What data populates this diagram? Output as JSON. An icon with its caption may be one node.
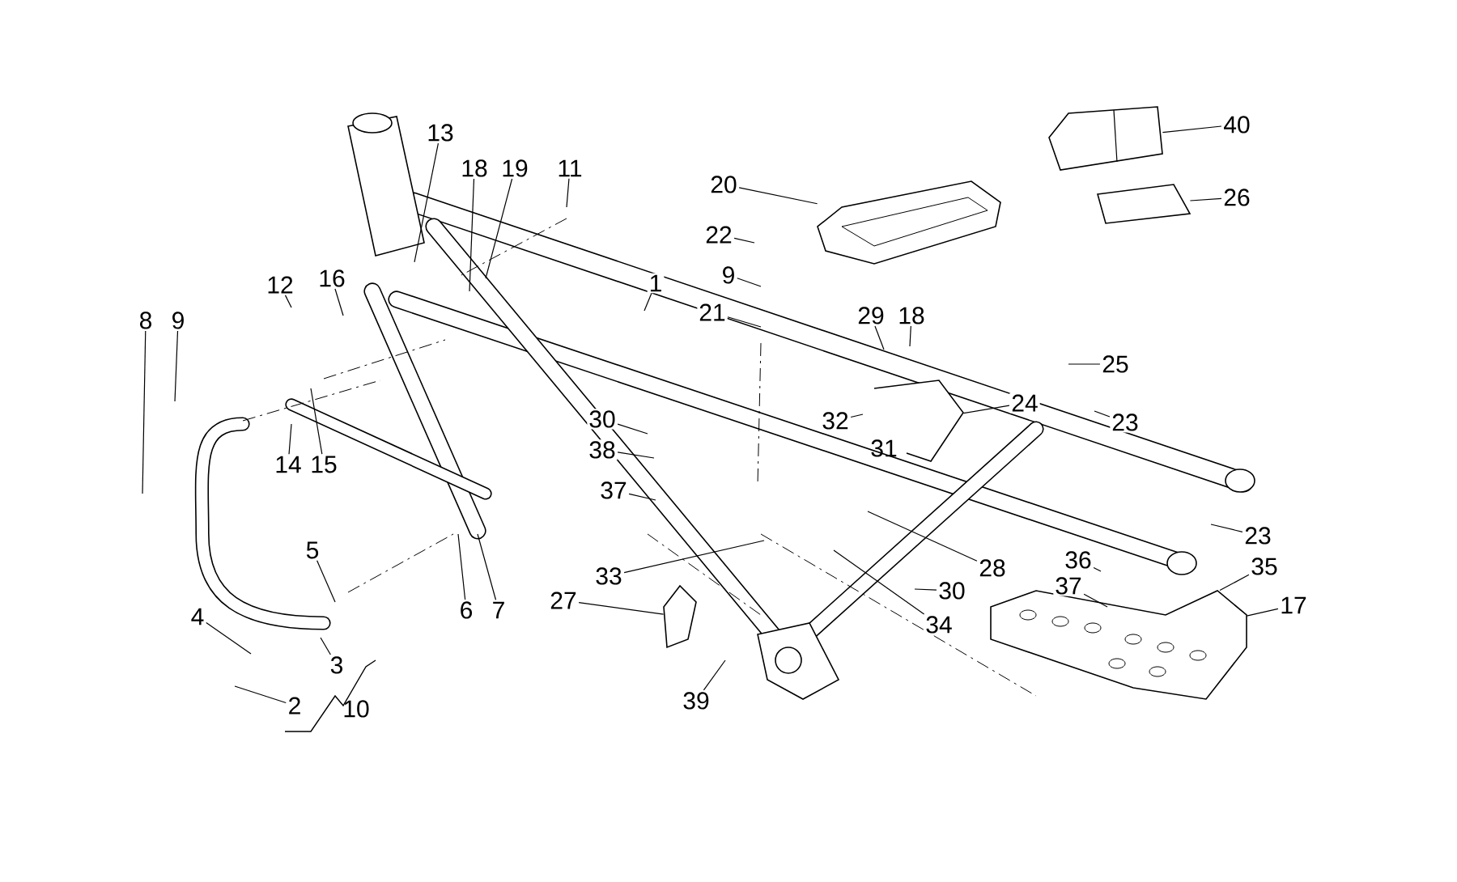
{
  "diagram": {
    "nodes": [
      {
        "text": [
          "40"
        ]
      },
      {
        "text": [
          "13"
        ]
      },
      {
        "text": [
          "18"
        ]
      },
      {
        "text": [
          "19"
        ]
      },
      {
        "text": [
          "11"
        ]
      },
      {
        "text": [
          "20"
        ]
      },
      {
        "text": [
          "26"
        ]
      },
      {
        "text": [
          "22"
        ]
      },
      {
        "text": [
          "9"
        ]
      },
      {
        "text": [
          "12"
        ]
      },
      {
        "text": [
          "16"
        ]
      },
      {
        "text": [
          "1"
        ]
      },
      {
        "text": [
          "21"
        ]
      },
      {
        "text": [
          "8"
        ]
      },
      {
        "text": [
          "9"
        ]
      },
      {
        "text": [
          "29"
        ]
      },
      {
        "text": [
          "18"
        ]
      },
      {
        "text": [
          "25"
        ]
      },
      {
        "text": [
          "24"
        ]
      },
      {
        "text": [
          "30"
        ]
      },
      {
        "text": [
          "32"
        ]
      },
      {
        "text": [
          "23"
        ]
      },
      {
        "text": [
          "38"
        ]
      },
      {
        "text": [
          "14"
        ]
      },
      {
        "text": [
          "15"
        ]
      },
      {
        "text": [
          "37"
        ]
      },
      {
        "text": [
          "23"
        ]
      },
      {
        "text": [
          "5"
        ]
      },
      {
        "text": [
          "36"
        ]
      },
      {
        "text": [
          "35"
        ]
      },
      {
        "text": [
          "28"
        ]
      },
      {
        "text": [
          "33"
        ]
      },
      {
        "text": [
          "37"
        ]
      },
      {
        "text": [
          "30"
        ]
      },
      {
        "text": [
          "27"
        ]
      },
      {
        "text": [
          "17"
        ]
      },
      {
        "text": [
          "6"
        ]
      },
      {
        "text": [
          "7"
        ]
      },
      {
        "text": [
          "4"
        ]
      },
      {
        "text": [
          "34"
        ]
      },
      {
        "text": [
          "3"
        ]
      },
      {
        "text": [
          "39"
        ]
      },
      {
        "text": [
          "2"
        ]
      },
      {
        "text": [],
        "shape": "picture"
      },
      {
        "text": [],
        "shape": "picture"
      },
      {
        "text": [],
        "shape": "picture"
      },
      {
        "text": [],
        "shape": "picture"
      },
      {
        "text": [],
        "shape": "picture"
      },
      {
        "text": [],
        "shape": "picture"
      }
    ],
    "edges": [
      {
        "from": 0,
        "to": 43,
        "arrow": "none"
      },
      {
        "from": 1,
        "to": null,
        "arrow": "none"
      },
      {
        "from": 2,
        "to": null,
        "arrow": "none"
      },
      {
        "from": 3,
        "to": null,
        "arrow": "none"
      },
      {
        "from": 4,
        "to": null,
        "arrow": "none"
      },
      {
        "from": 5,
        "to": 45,
        "arrow": "none"
      },
      {
        "from": 6,
        "to": 44,
        "arrow": "none"
      },
      {
        "from": 7,
        "to": null,
        "arrow": "none"
      },
      {
        "from": 8,
        "to": null,
        "arrow": "none"
      },
      {
        "from": 9,
        "to": null,
        "arrow": "none"
      },
      {
        "from": 10,
        "to": null,
        "arrow": "none"
      },
      {
        "from": 11,
        "to": null,
        "arrow": "none"
      },
      {
        "from": 12,
        "to": null,
        "arrow": "none"
      },
      {
        "from": 13,
        "to": null,
        "arrow": "none"
      },
      {
        "from": 14,
        "to": null,
        "arrow": "none"
      },
      {
        "from": 15,
        "to": null,
        "arrow": "none"
      },
      {
        "from": 16,
        "to": null,
        "arrow": "none"
      },
      {
        "from": 17,
        "to": null,
        "arrow": "none"
      },
      {
        "from": 18,
        "to": 46,
        "arrow": "none"
      },
      {
        "from": 19,
        "to": null,
        "arrow": "none"
      },
      {
        "from": 20,
        "to": null,
        "arrow": "none"
      },
      {
        "from": 21,
        "to": null,
        "arrow": "none"
      },
      {
        "from": 22,
        "to": null,
        "arrow": "none"
      },
      {
        "from": 23,
        "to": null,
        "arrow": "none"
      },
      {
        "from": 24,
        "to": null,
        "arrow": "none"
      },
      {
        "from": 25,
        "to": null,
        "arrow": "none"
      },
      {
        "from": 26,
        "to": null,
        "arrow": "none"
      },
      {
        "from": 27,
        "to": null,
        "arrow": "none"
      },
      {
        "from": 28,
        "to": null,
        "arrow": "none"
      },
      {
        "from": 29,
        "to": 48,
        "arrow": "none"
      },
      {
        "from": 30,
        "to": null,
        "arrow": "none"
      },
      {
        "from": 31,
        "to": null,
        "arrow": "none"
      },
      {
        "from": 32,
        "to": 48,
        "arrow": "none"
      },
      {
        "from": 33,
        "to": null,
        "arrow": "none"
      },
      {
        "from": 34,
        "to": 47,
        "arrow": "none"
      },
      {
        "from": 35,
        "to": 48,
        "arrow": "none"
      },
      {
        "from": 36,
        "to": null,
        "arrow": "none"
      },
      {
        "from": 37,
        "to": null,
        "arrow": "none"
      },
      {
        "from": 38,
        "to": null,
        "arrow": "none"
      },
      {
        "from": 39,
        "to": null,
        "arrow": "none"
      },
      {
        "from": 40,
        "to": null,
        "arrow": "none"
      },
      {
        "from": 41,
        "to": null,
        "arrow": "none"
      },
      {
        "from": 42,
        "to": null,
        "arrow": "none"
      }
    ],
    "labels": [
      "31",
      "10"
    ]
  }
}
